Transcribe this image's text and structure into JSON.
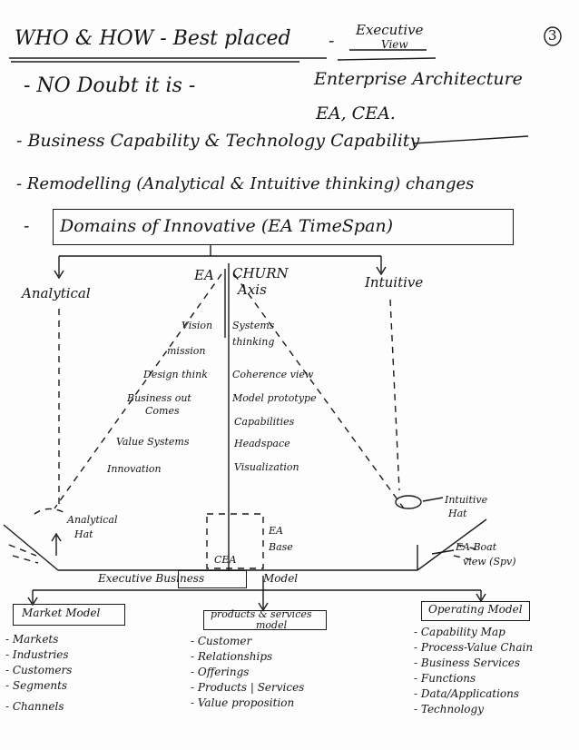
{
  "page_number": "3",
  "title": {
    "main": "WHO & HOW - Best placed",
    "sep": "-",
    "view_top": "Executive",
    "view_bottom": "View"
  },
  "bullets": {
    "b1_lead": "- NO Doubt it is -",
    "b1_tail": "Enterprise Architecture",
    "b1_line2": "EA, CEA.",
    "b2": "- Business Capability & Technology Capability",
    "b3": "- Remodelling (Analytical & Intuitive thinking) changes",
    "b4_dash": "-",
    "b4_box": "Domains of Innovative (EA TimeSpan)"
  },
  "diagram": {
    "ea": "EA",
    "churn": "CHURN",
    "axis": "Axis",
    "analytical": "Analytical",
    "intuitive": "Intuitive",
    "left_items": [
      "Vision",
      "mission",
      "Design think",
      "Business out",
      "Comes",
      "Value Systems",
      "Innovation"
    ],
    "right_items": [
      "Systems",
      "thinking",
      "Coherence view",
      "Model prototype",
      "Capabilities",
      "Headspace",
      "Visualization"
    ],
    "analytical_hat": [
      "Analytical",
      "Hat"
    ],
    "intuitive_hat": [
      "Intuitive",
      "Hat"
    ],
    "cea": "CEA",
    "ea_base": [
      "EA",
      "Base"
    ],
    "ea_boat": [
      "EA Boat",
      "view (Spv)"
    ],
    "ebm_left": "Executive Business",
    "ebm_right": "Model"
  },
  "models": {
    "market": {
      "title": "Market Model",
      "items": [
        "- Markets",
        "- Industries",
        "- Customers",
        "- Segments",
        "- Channels"
      ]
    },
    "products": {
      "title_line1": "products & services",
      "title_line2": "model",
      "items": [
        "- Customer",
        "- Relationships",
        "- Offerings",
        "- Products | Services",
        "- Value proposition"
      ]
    },
    "operating": {
      "title": "Operating Model",
      "items": [
        "- Capability Map",
        "- Process-Value Chain",
        "- Business Services",
        "- Functions",
        "- Data/Applications",
        "- Technology"
      ]
    }
  }
}
